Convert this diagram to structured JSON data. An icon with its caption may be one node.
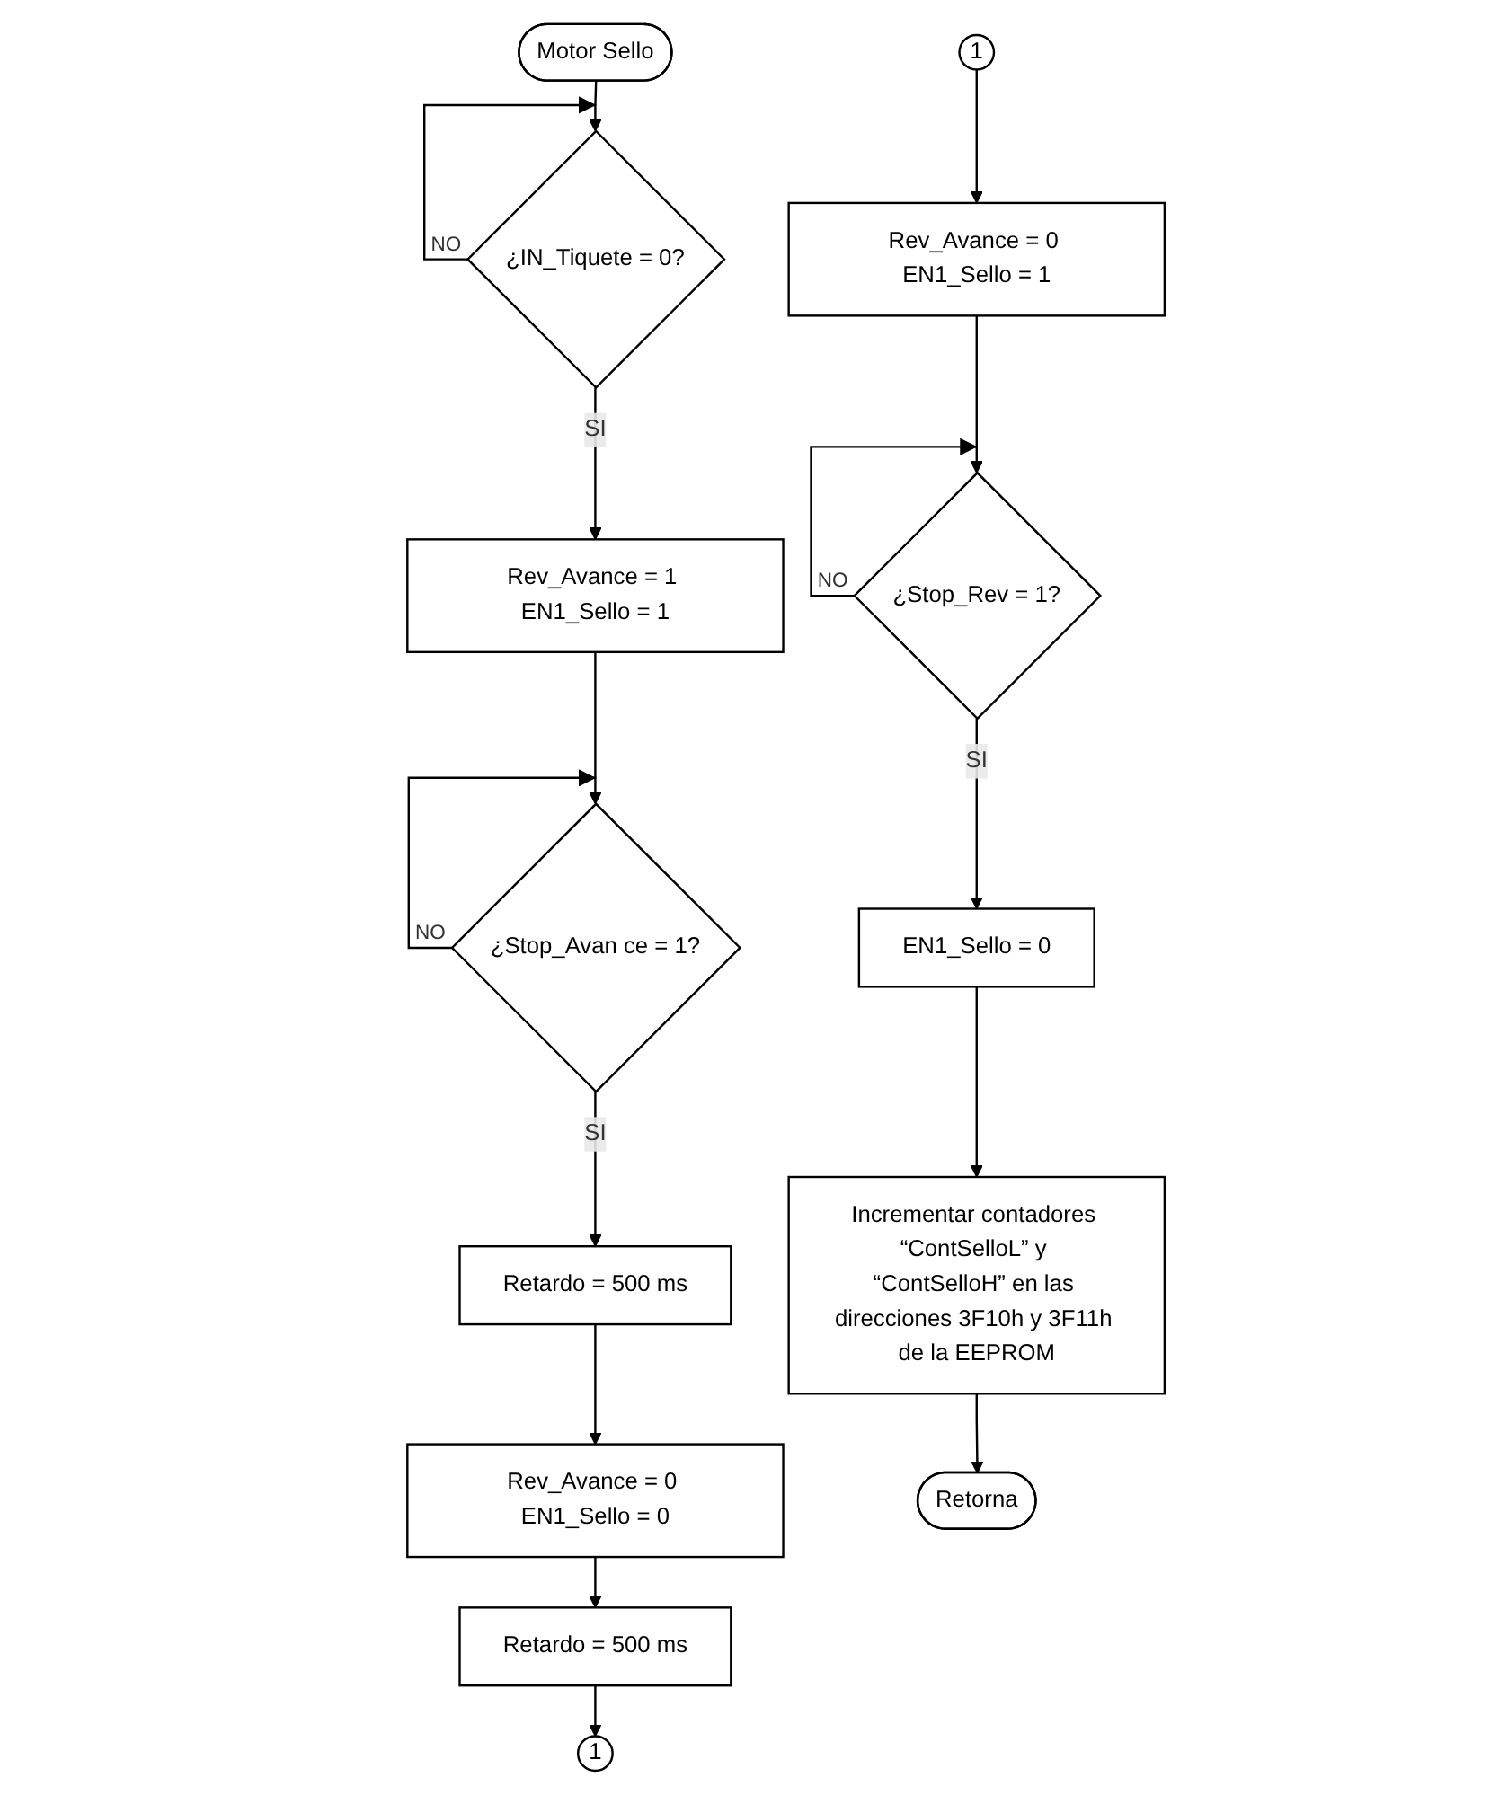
{
  "diagram": {
    "nodes": [
      {
        "text": [
          "Motor Sello"
        ]
      },
      {
        "text": [
          "¿IN_Tiquete = 0?"
        ]
      },
      {
        "text": [
          "Rev_Avance = 1 EN1_Sello = 1"
        ]
      },
      {
        "text": [
          "¿Stop_Avan ce = 1?"
        ]
      },
      {
        "text": [
          "Retardo = 500 ms"
        ]
      },
      {
        "text": [
          "Rev_Avance = 0 EN1_Sello = 0"
        ]
      },
      {
        "text": [
          "Retardo = 500 ms"
        ]
      },
      {
        "text": [
          "1"
        ]
      },
      {
        "text": [
          "1"
        ]
      },
      {
        "text": [
          "Rev_Avance = 0 EN1_Sello = 1"
        ]
      },
      {
        "text": [
          "¿Stop_Rev = 1?"
        ]
      },
      {
        "text": [
          "EN1_Sello = 0"
        ]
      },
      {
        "text": [
          "Incrementar contadores “ContSelloL” y “ContSelloH” en las direcciones 3F10h y 3F11h de la EEPROM"
        ]
      },
      {
        "text": [
          "Retorna"
        ]
      }
    ],
    "edges": [
      {
        "from": 0,
        "to": 1,
        "arrow": "to"
      },
      {
        "from": 1,
        "to": 1,
        "arrow": "to",
        "label": "NO"
      },
      {
        "from": 1,
        "to": 2,
        "arrow": "to",
        "label": "SI"
      },
      {
        "from": 2,
        "to": 3,
        "arrow": "to"
      },
      {
        "from": 3,
        "to": 3,
        "arrow": "to",
        "label": "NO"
      },
      {
        "from": 3,
        "to": 4,
        "arrow": "to",
        "label": "SI"
      },
      {
        "from": 4,
        "to": 5,
        "arrow": "to"
      },
      {
        "from": 5,
        "to": 6,
        "arrow": "to"
      },
      {
        "from": 6,
        "to": 7,
        "arrow": "to"
      },
      {
        "from": 8,
        "to": 9,
        "arrow": "to"
      },
      {
        "from": 9,
        "to": 10,
        "arrow": "to"
      },
      {
        "from": 10,
        "to": 10,
        "arrow": "to",
        "label": "NO"
      },
      {
        "from": 10,
        "to": 11,
        "arrow": "to",
        "label": "SI"
      },
      {
        "from": 11,
        "to": 12,
        "arrow": "to"
      },
      {
        "from": 12,
        "to": 13,
        "arrow": "to"
      }
    ]
  }
}
